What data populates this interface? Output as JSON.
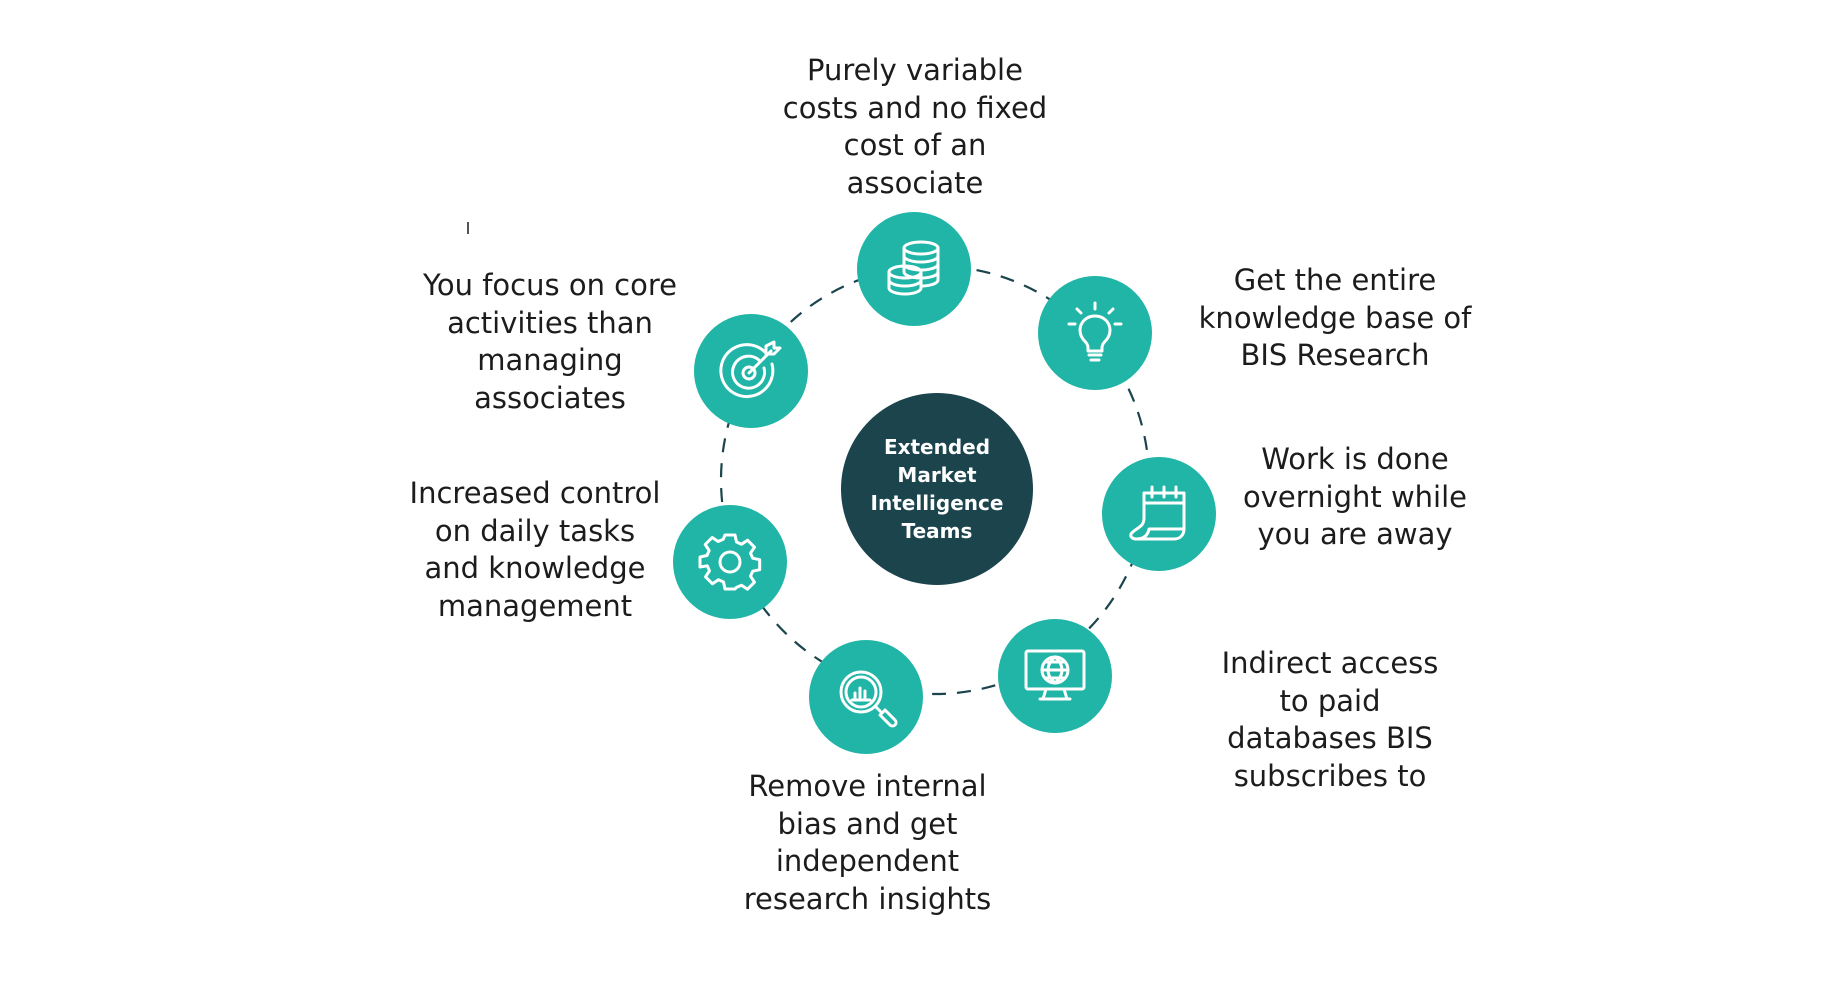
{
  "center": {
    "text": "Extended Market Intelligence Teams"
  },
  "colors": {
    "node": "#20b5a6",
    "hub": "#1b444d",
    "ring": "#1b444d",
    "text": "#1c1c1c"
  },
  "benefits": [
    {
      "icon": "coins-stack-icon",
      "text": "Purely variable costs and no fixed cost of an associate"
    },
    {
      "icon": "lightbulb-icon",
      "text": "Get the entire knowledge base of BIS Research"
    },
    {
      "icon": "calendar-icon",
      "text": "Work is done overnight while you are away"
    },
    {
      "icon": "globe-monitor-icon",
      "text": "Indirect access to paid databases BIS subscribes to"
    },
    {
      "icon": "magnifier-chart-icon",
      "text": "Remove internal bias and get independent research insights"
    },
    {
      "icon": "gear-icon",
      "text": "Increased control on daily tasks and knowledge management"
    },
    {
      "icon": "target-arrow-icon",
      "text": "You focus on core activities than managing associates"
    }
  ]
}
